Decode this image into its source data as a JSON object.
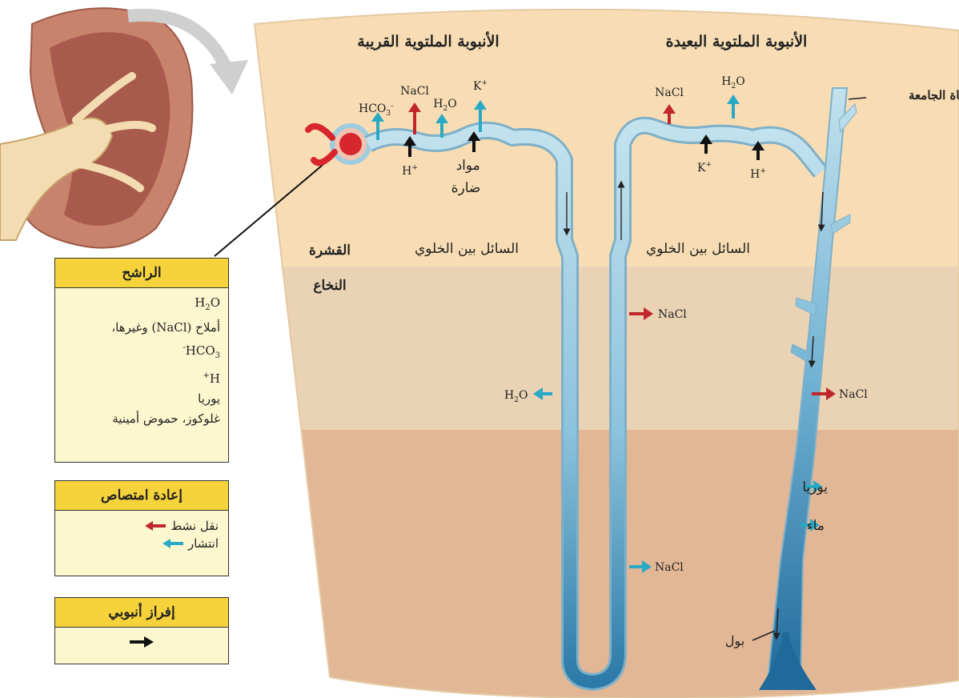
{
  "headings": {
    "proximal_tubule": "الأنبوبة الملتوية القريبة",
    "distal_tubule": "الأنبوبة الملتوية البعيدة",
    "collecting_duct": "القناة الجامعة",
    "cortex": "القشرة",
    "medulla": "النخاع",
    "interstitial_fluid_left": "السائل بين الخلوي",
    "interstitial_fluid_right": "السائل بين الخلوي",
    "urine": "بول"
  },
  "proximal_labels": {
    "hco3": "HCO3-",
    "nacl": "NaCl",
    "h2o": "H2O",
    "k": "K+",
    "h": "H+",
    "harmful_substances": [
      "مواد",
      "ضارة"
    ]
  },
  "distal_labels": {
    "nacl": "NaCl",
    "h2o": "H2O",
    "k": "K+",
    "h": "H+"
  },
  "loop_labels": {
    "descending_h2o": "H2O",
    "ascending_nacl_upper": "NaCl",
    "ascending_nacl_lower": "NaCl"
  },
  "duct_labels": {
    "nacl": "NaCl",
    "urea": "يوريا",
    "water": "ماء"
  },
  "filtrate_box": {
    "title": "الراشح",
    "items": [
      "H2O",
      "أملاح (NaCl) وغيرها،",
      "HCO3-",
      "H+",
      "يوريا",
      "غلوكوز، حموض أمينية"
    ]
  },
  "reabsorption_box": {
    "title": "إعادة امتصاص",
    "items": [
      {
        "label": "نقل نشط",
        "color": "#c0272d"
      },
      {
        "label": "انتشار",
        "color": "#29a9c6"
      }
    ]
  },
  "secretion_box": {
    "title": "إفراز أنبوبي",
    "arrow_color": "#111111"
  },
  "colors": {
    "active_transport": "#c0272d",
    "diffusion": "#29a9c6",
    "secretion": "#111111",
    "cortex": "#f8ddb4",
    "outer_medulla": "#ead2b5",
    "inner_medulla": "#e2b796",
    "tubule": "#b8dcea",
    "duct": "#2a7aa8",
    "header": "#f6d33a"
  }
}
